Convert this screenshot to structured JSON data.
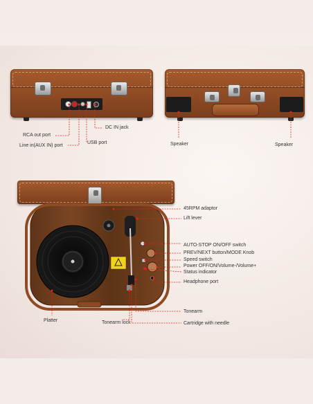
{
  "labels": {
    "rca_out_port": "RCA out port",
    "line_in_port": "Line in(AUX IN) port",
    "dc_in_jack": "DC IN jack",
    "usb_port": "USB port",
    "speaker_left": "Speaker",
    "speaker_right": "Speaker",
    "adaptor_45rpm": "45RPM adaptor",
    "lift_lever": "Lift lever",
    "auto_stop_switch": "AUTO-STOP ON/OFF switch",
    "prev_next_button": "PREV/NEXT button/MODE Knob",
    "speed_switch": "Speed switch",
    "power_volume": "Power OFF/ON/Volume-/Volume+",
    "status_indicator": "Status indicator",
    "headphone_port": "Headphone port",
    "tonearm": "Tonearm",
    "cartridge": "Cartridge with needle",
    "platter": "Platter",
    "tonearm_lock": "Tonearm lock"
  },
  "colors": {
    "leader": "#e0231b",
    "leather": "#8e4b24",
    "wood": "#6a3a1c"
  }
}
